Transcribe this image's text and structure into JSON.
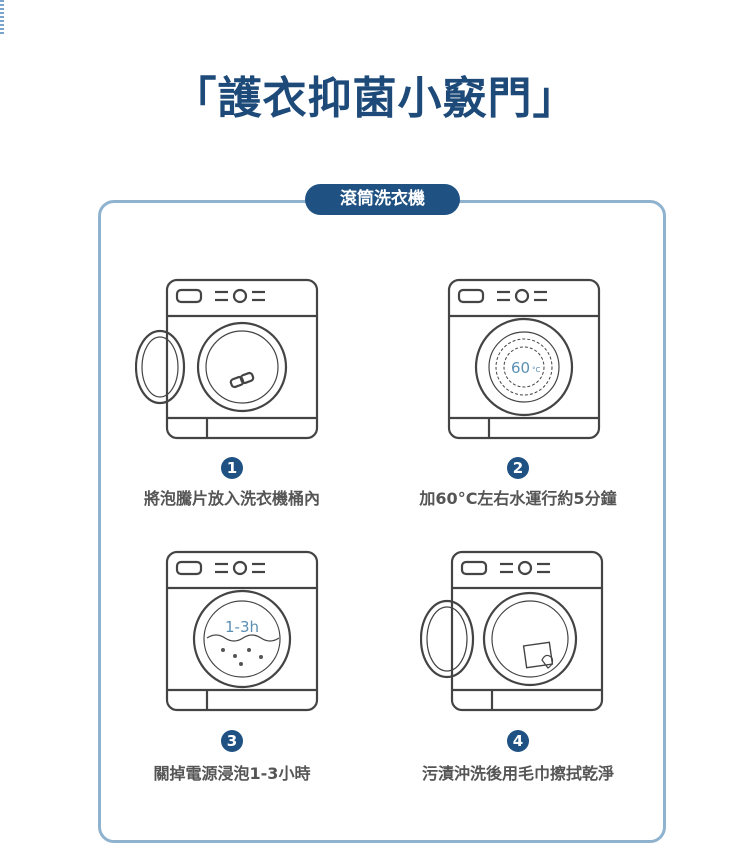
{
  "title": "「護衣抑菌小竅門」",
  "section_label": "滾筒洗衣機",
  "steps": [
    {
      "number": "1",
      "text": "將泡騰片放入洗衣機桶內"
    },
    {
      "number": "2",
      "text": "加60°C左右水運行約5分鐘",
      "dial": "60",
      "dial_unit": "°C"
    },
    {
      "number": "3",
      "text": "關掉電源浸泡1-3小時",
      "dial": "1-3h"
    },
    {
      "number": "4",
      "text": "污漬沖洗後用毛巾擦拭乾淨"
    }
  ],
  "colors": {
    "accent": "#1f5283",
    "frame": "#8fb3cf",
    "line": "#444444"
  }
}
